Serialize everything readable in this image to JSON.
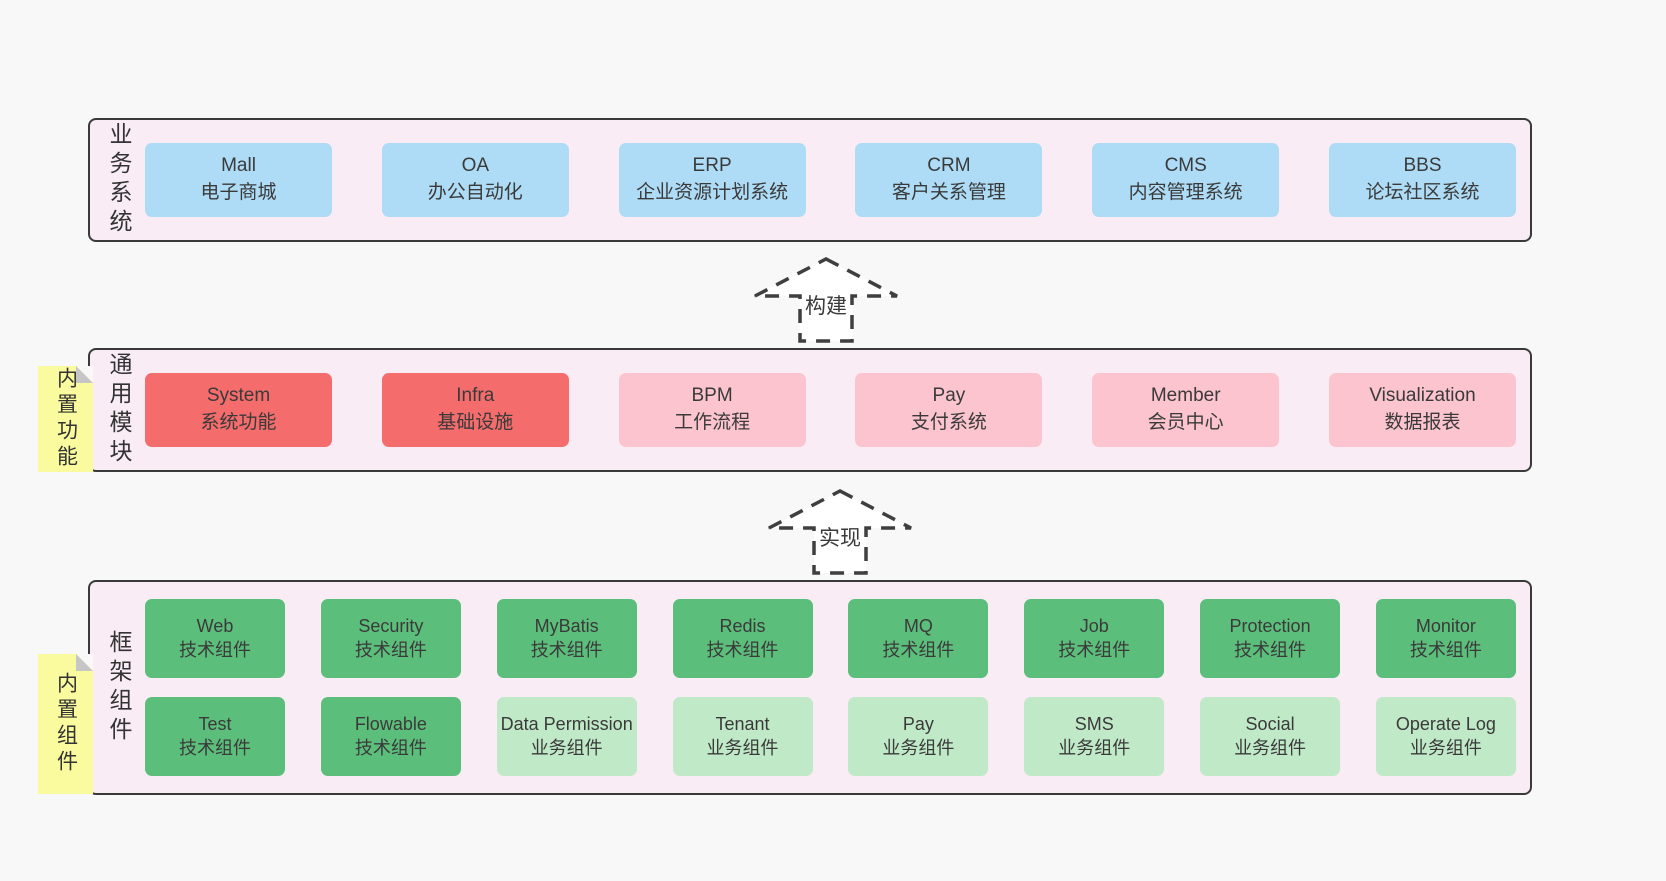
{
  "colors": {
    "page_bg": "#f8f8f8",
    "panel_bg": "#f9ecf5",
    "panel_border": "#3a3a3a",
    "blue_box": "#aedcf6",
    "red_box": "#f46c6c",
    "pink_box": "#fbc4ce",
    "green_box": "#5cbe7b",
    "light_green_box": "#c0e9c8",
    "note_bg": "#fafa9e",
    "note_fold": "#c6c6c6",
    "text": "#3a3a3a"
  },
  "arrows": [
    {
      "label": "构建"
    },
    {
      "label": "实现"
    }
  ],
  "layers": [
    {
      "label": "业务系统",
      "rows": [
        [
          {
            "title": "Mall",
            "subtitle": "电子商城"
          },
          {
            "title": "OA",
            "subtitle": "办公自动化"
          },
          {
            "title": "ERP",
            "subtitle": "企业资源计划系统"
          },
          {
            "title": "CRM",
            "subtitle": "客户关系管理"
          },
          {
            "title": "CMS",
            "subtitle": "内容管理系统"
          },
          {
            "title": "BBS",
            "subtitle": "论坛社区系统"
          }
        ]
      ]
    },
    {
      "label": "通用模块",
      "note": "内置功能",
      "rows": [
        [
          {
            "title": "System",
            "subtitle": "系统功能"
          },
          {
            "title": "Infra",
            "subtitle": "基础设施"
          },
          {
            "title": "BPM",
            "subtitle": "工作流程"
          },
          {
            "title": "Pay",
            "subtitle": "支付系统"
          },
          {
            "title": "Member",
            "subtitle": "会员中心"
          },
          {
            "title": "Visualization",
            "subtitle": "数据报表"
          }
        ]
      ]
    },
    {
      "label": "框架组件",
      "note": "内置组件",
      "rows": [
        [
          {
            "title": "Web",
            "subtitle": "技术组件"
          },
          {
            "title": "Security",
            "subtitle": "技术组件"
          },
          {
            "title": "MyBatis",
            "subtitle": "技术组件"
          },
          {
            "title": "Redis",
            "subtitle": "技术组件"
          },
          {
            "title": "MQ",
            "subtitle": "技术组件"
          },
          {
            "title": "Job",
            "subtitle": "技术组件"
          },
          {
            "title": "Protection",
            "subtitle": "技术组件"
          },
          {
            "title": "Monitor",
            "subtitle": "技术组件"
          }
        ],
        [
          {
            "title": "Test",
            "subtitle": "技术组件"
          },
          {
            "title": "Flowable",
            "subtitle": "技术组件"
          },
          {
            "title": "Data Permission",
            "subtitle": "业务组件"
          },
          {
            "title": "Tenant",
            "subtitle": "业务组件"
          },
          {
            "title": "Pay",
            "subtitle": "业务组件"
          },
          {
            "title": "SMS",
            "subtitle": "业务组件"
          },
          {
            "title": "Social",
            "subtitle": "业务组件"
          },
          {
            "title": "Operate Log",
            "subtitle": "业务组件"
          }
        ]
      ]
    }
  ]
}
